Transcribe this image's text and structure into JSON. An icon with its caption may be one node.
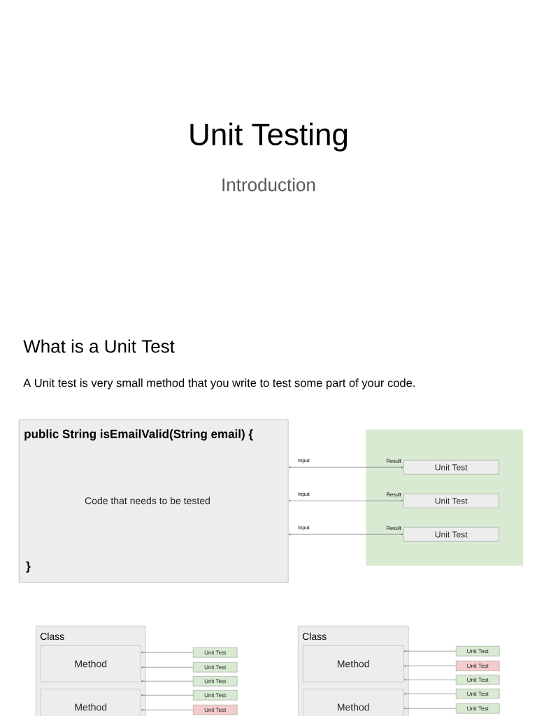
{
  "diagram": {
    "title": "Unit Testing",
    "nodes": [
      {
        "text": [
          "public String isEmailValid(String email) {",
          "Code that needs to be tested",
          "}"
        ]
      },
      {
        "text": [],
        "shape": "box"
      },
      {
        "text": [
          "Unit Test"
        ],
        "in": 1,
        "beside": [
          "Result"
        ]
      },
      {
        "text": [
          "Unit Test"
        ],
        "in": 1,
        "beside": [
          "Result"
        ]
      },
      {
        "text": [
          "Unit Test"
        ],
        "in": 1,
        "beside": [
          "Result"
        ]
      },
      {
        "text": [
          "Class"
        ]
      },
      {
        "text": [
          "Method"
        ],
        "in": 5
      },
      {
        "text": [
          "Method"
        ],
        "in": 5
      },
      {
        "text": [
          "Unit Test"
        ]
      },
      {
        "text": [
          "Unit Test"
        ]
      },
      {
        "text": [
          "Unit Test"
        ]
      },
      {
        "text": [
          "Unit Test"
        ]
      },
      {
        "text": [
          "Unit Test"
        ]
      },
      {
        "text": [
          "Class"
        ]
      },
      {
        "text": [
          "Method"
        ],
        "in": 13
      },
      {
        "text": [
          "Method"
        ],
        "in": 13
      },
      {
        "text": [
          "Unit Test"
        ]
      },
      {
        "text": [
          "Unit Test"
        ]
      },
      {
        "text": [
          "Unit Test"
        ]
      },
      {
        "text": [
          "Unit Test"
        ]
      },
      {
        "text": [
          "Unit Test"
        ]
      }
    ],
    "edges": [
      {
        "from": 0,
        "to": 2,
        "arrow": "both",
        "label": "Input"
      },
      {
        "from": 0,
        "to": 3,
        "arrow": "both",
        "label": "Input"
      },
      {
        "from": 0,
        "to": 4,
        "arrow": "both",
        "label": "Input"
      },
      {
        "from": 8,
        "to": 6,
        "arrow": "to"
      },
      {
        "from": 9,
        "to": 6,
        "arrow": "to"
      },
      {
        "from": 10,
        "to": 6,
        "arrow": "to"
      },
      {
        "from": 11,
        "to": 7,
        "arrow": "to"
      },
      {
        "from": 12,
        "to": 7,
        "arrow": "to"
      },
      {
        "from": 16,
        "to": 14,
        "arrow": "to"
      },
      {
        "from": 17,
        "to": 14,
        "arrow": "to"
      },
      {
        "from": 18,
        "to": 14,
        "arrow": "to"
      },
      {
        "from": 19,
        "to": 15,
        "arrow": "to"
      },
      {
        "from": 20,
        "to": 15,
        "arrow": "to"
      }
    ],
    "labels": [
      "Introduction",
      "What is a Unit Test",
      "A Unit test is very small method that you write to test some part of your code."
    ]
  }
}
